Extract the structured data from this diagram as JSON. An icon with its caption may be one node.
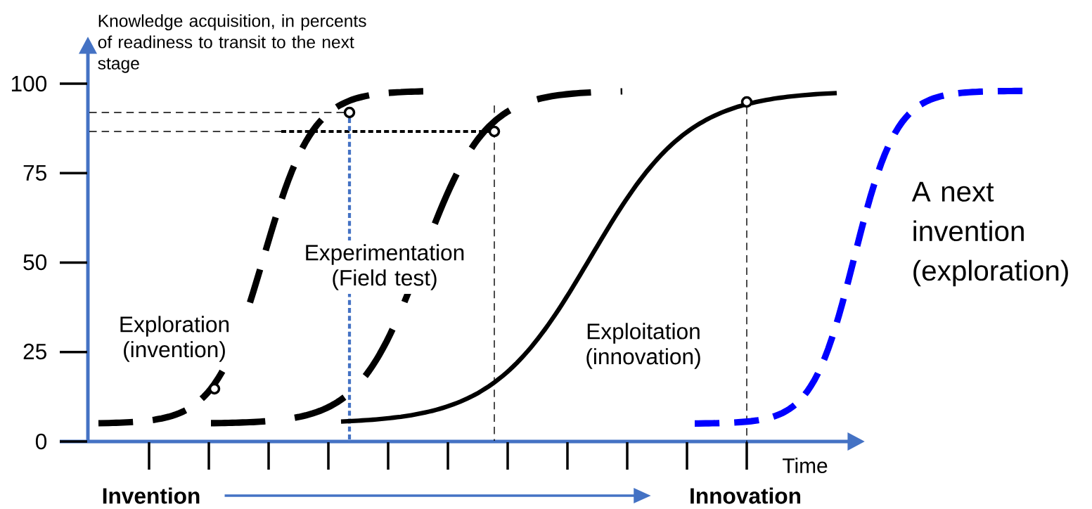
{
  "diagram": {
    "nodes": [
      {
        "text": [
          "Invention"
        ]
      },
      {
        "text": [
          "Innovation"
        ]
      }
    ],
    "edges": [
      {
        "from": 0,
        "to": 1,
        "arrow": "to"
      }
    ],
    "labels": [
      "Knowledge acquisition, in percents of readiness to transit to the next stage",
      "100",
      "75",
      "50",
      "25",
      "0",
      "Experimentation (Field test)",
      "A next invention (exploration)",
      "Exploration (invention)",
      "Exploitation (innovation)",
      "Time"
    ]
  }
}
